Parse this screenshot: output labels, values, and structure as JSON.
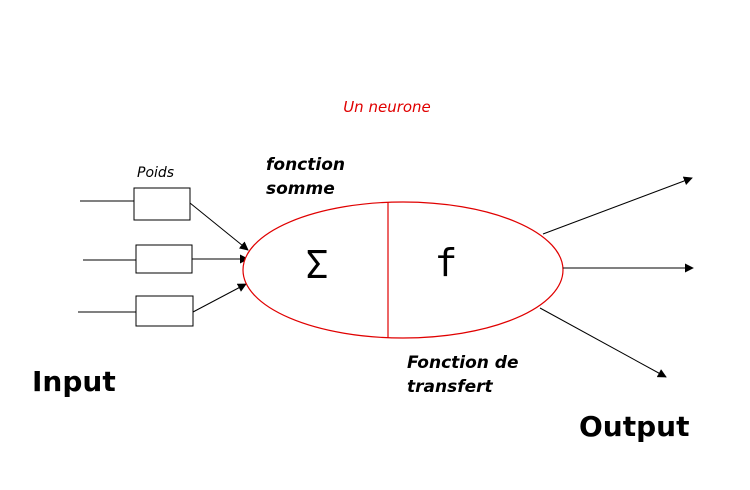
{
  "title": "Un neurone",
  "labels": {
    "weights": "Poids",
    "sum_function": [
      "fonction",
      "somme"
    ],
    "transfer_function": [
      "Fonction de",
      "transfert"
    ],
    "input": "Input",
    "output": "Output",
    "sum_symbol": "Σ",
    "transfer_symbol": "f"
  },
  "colors": {
    "title": "#e00000",
    "neuron_outline": "#e00000",
    "lines": "#000000",
    "text": "#000000"
  }
}
